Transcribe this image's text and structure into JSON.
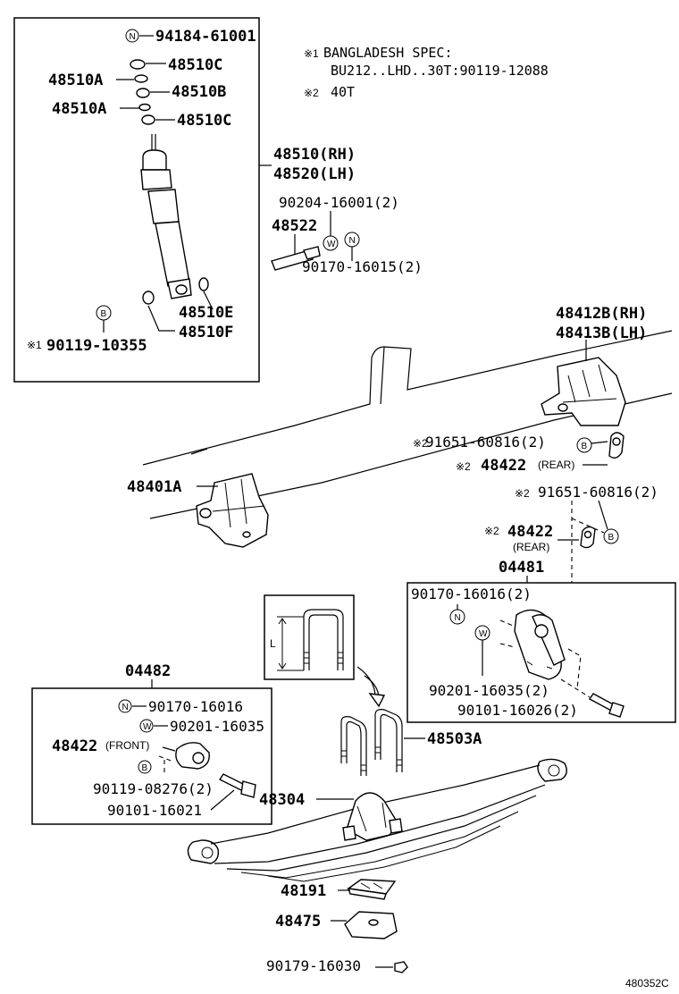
{
  "notes": {
    "n1_mark": "※1",
    "n1_line1": "BANGLADESH SPEC:",
    "n1_line2": "BU212..LHD..30T:90119-12088",
    "n2_mark": "※2",
    "n2_text": "40T"
  },
  "symbols": {
    "nut": "N",
    "washer": "W",
    "bolt": "B",
    "mark1": "※1",
    "mark2": "※2"
  },
  "labels": {
    "p94184": "94184-61001",
    "p48510C_a": "48510C",
    "p48510A_a": "48510A",
    "p48510B": "48510B",
    "p48510A_b": "48510A",
    "p48510C_b": "48510C",
    "p48510": "48510(RH)",
    "p48520": "48520(LH)",
    "p90204": "90204-16001(2)",
    "p48522": "48522",
    "p90170_16015": "90170-16015(2)",
    "p48510E": "48510E",
    "p48510F": "48510F",
    "p90119_10355": "90119-10355",
    "p48412B": "48412B(RH)",
    "p48413B": "48413B(LH)",
    "p91651_a": "91651-60816(2)",
    "p48422_a": "48422",
    "rear_a": "(REAR)",
    "p48401A": "48401A",
    "p91651_b": "91651-60816(2)",
    "p48422_b": "48422",
    "rear_b": "(REAR)",
    "p04481": "04481",
    "p90170_16016_r": "90170-16016(2)",
    "p90201_16035_r": "90201-16035(2)",
    "p90101_16026": "90101-16026(2)",
    "dim_L": "L",
    "p04482": "04482",
    "p90170_16016_f": "90170-16016",
    "p90201_16035_f": "90201-16035",
    "p48422_c": "48422",
    "front_c": "(FRONT)",
    "p90119_08276": "90119-08276(2)",
    "p90101_16021": "90101-16021",
    "p48503A": "48503A",
    "p48304": "48304",
    "p48191": "48191",
    "p48475": "48475",
    "p90179_16030": "90179-16030",
    "diagram_id": "480352C"
  }
}
